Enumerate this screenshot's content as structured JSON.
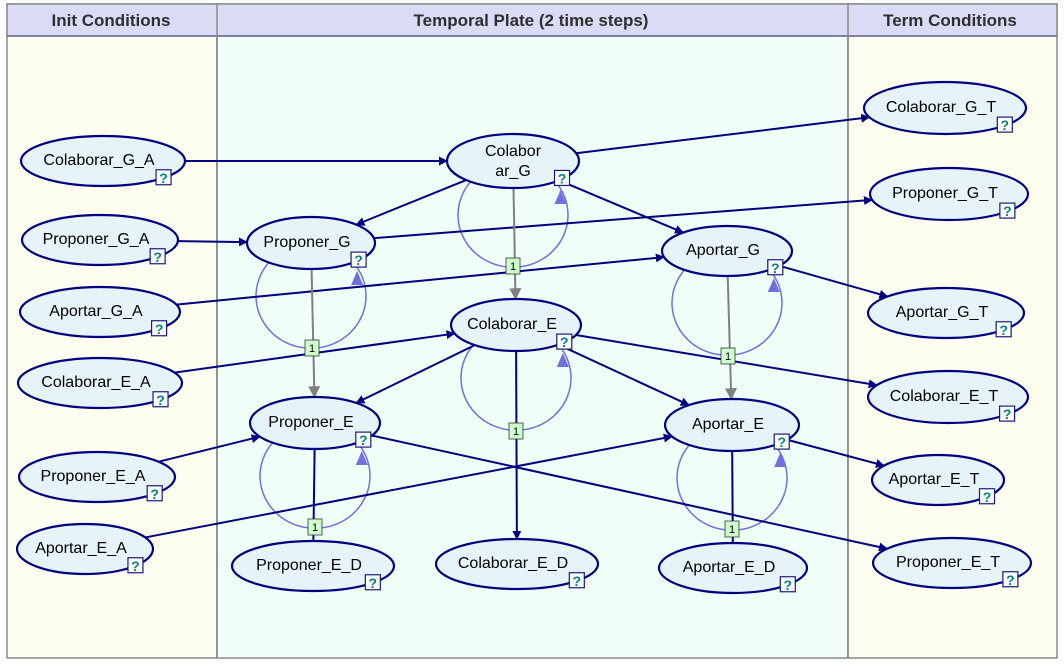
{
  "headers": {
    "init": "Init Conditions",
    "temporal": "Temporal Plate (2 time steps)",
    "term": "Term Conditions"
  },
  "colors": {
    "init_bg": "#fefef0",
    "temporal_bg": "#f0fff7",
    "header_bg": "#d9dcf4",
    "node_fill": "#e6f4fa",
    "node_stroke": "#000080",
    "arc_dark": "#000080",
    "arc_gray": "#808080",
    "loop": "#7070e0",
    "lag_fill": "#ccffcc"
  },
  "nodes": [
    {
      "id": "Colaborar_G_A",
      "label": "Colaborar_G_A"
    },
    {
      "id": "Proponer_G_A",
      "label": "Proponer_G_A"
    },
    {
      "id": "Aportar_G_A",
      "label": "Aportar_G_A"
    },
    {
      "id": "Colaborar_E_A",
      "label": "Colaborar_E_A"
    },
    {
      "id": "Proponer_E_A",
      "label": "Proponer_E_A"
    },
    {
      "id": "Aportar_E_A",
      "label": "Aportar_E_A"
    },
    {
      "id": "Colaborar_G",
      "label": "Colabor ar_G"
    },
    {
      "id": "Proponer_G",
      "label": "Proponer_G"
    },
    {
      "id": "Aportar_G",
      "label": "Aportar_G"
    },
    {
      "id": "Colaborar_E",
      "label": "Colaborar_E"
    },
    {
      "id": "Proponer_E",
      "label": "Proponer_E"
    },
    {
      "id": "Aportar_E",
      "label": "Aportar_E"
    },
    {
      "id": "Proponer_E_D",
      "label": "Proponer_E_D"
    },
    {
      "id": "Colaborar_E_D",
      "label": "Colaborar_E_D"
    },
    {
      "id": "Aportar_E_D",
      "label": "Aportar_E_D"
    },
    {
      "id": "Colaborar_G_T",
      "label": "Colaborar_G_T"
    },
    {
      "id": "Proponer_G_T",
      "label": "Proponer_G_T"
    },
    {
      "id": "Aportar_G_T",
      "label": "Aportar_G_T"
    },
    {
      "id": "Colaborar_E_T",
      "label": "Colaborar_E_T"
    },
    {
      "id": "Aportar_E_T",
      "label": "Aportar_E_T"
    },
    {
      "id": "Proponer_E_T",
      "label": "Proponer_E_T"
    }
  ],
  "edges": [
    {
      "from": "Colaborar_G_A",
      "to": "Colaborar_G",
      "kind": "dark"
    },
    {
      "from": "Proponer_G_A",
      "to": "Proponer_G",
      "kind": "dark"
    },
    {
      "from": "Aportar_G_A",
      "to": "Aportar_G",
      "kind": "dark"
    },
    {
      "from": "Colaborar_E_A",
      "to": "Colaborar_E",
      "kind": "dark"
    },
    {
      "from": "Proponer_E_A",
      "to": "Proponer_E",
      "kind": "dark"
    },
    {
      "from": "Aportar_E_A",
      "to": "Aportar_E",
      "kind": "dark"
    },
    {
      "from": "Colaborar_G",
      "to": "Proponer_G",
      "kind": "dark"
    },
    {
      "from": "Colaborar_G",
      "to": "Aportar_G",
      "kind": "dark"
    },
    {
      "from": "Colaborar_G",
      "to": "Colaborar_G_T",
      "kind": "dark"
    },
    {
      "from": "Proponer_G",
      "to": "Proponer_G_T",
      "kind": "dark"
    },
    {
      "from": "Aportar_G",
      "to": "Aportar_G_T",
      "kind": "dark"
    },
    {
      "from": "Colaborar_E",
      "to": "Proponer_E",
      "kind": "dark"
    },
    {
      "from": "Colaborar_E",
      "to": "Aportar_E",
      "kind": "dark"
    },
    {
      "from": "Colaborar_E",
      "to": "Colaborar_E_T",
      "kind": "dark"
    },
    {
      "from": "Colaborar_E",
      "to": "Colaborar_E_D",
      "kind": "dark"
    },
    {
      "from": "Proponer_E",
      "to": "Proponer_E_T",
      "kind": "dark"
    },
    {
      "from": "Proponer_E",
      "to": "Proponer_E_D",
      "kind": "dark_noarrow"
    },
    {
      "from": "Aportar_E",
      "to": "Aportar_E_T",
      "kind": "dark"
    },
    {
      "from": "Aportar_E",
      "to": "Aportar_E_D",
      "kind": "dark_noarrow"
    },
    {
      "from": "Colaborar_G",
      "to": "Colaborar_E",
      "kind": "gray"
    },
    {
      "from": "Proponer_G",
      "to": "Proponer_E",
      "kind": "gray"
    },
    {
      "from": "Aportar_G",
      "to": "Aportar_E",
      "kind": "gray"
    }
  ],
  "loops": [
    "Colaborar_G",
    "Proponer_G",
    "Aportar_G",
    "Colaborar_E",
    "Proponer_E",
    "Aportar_E"
  ],
  "lags": [
    {
      "anchor": "Colaborar_G",
      "text": "1"
    },
    {
      "anchor": "Proponer_G",
      "text": "1"
    },
    {
      "anchor": "Aportar_G",
      "text": "1"
    },
    {
      "anchor": "Colaborar_E",
      "text": "1"
    },
    {
      "anchor": "Proponer_E",
      "text": "1"
    },
    {
      "anchor": "Aportar_E",
      "text": "1"
    }
  ],
  "status_glyph": "?"
}
